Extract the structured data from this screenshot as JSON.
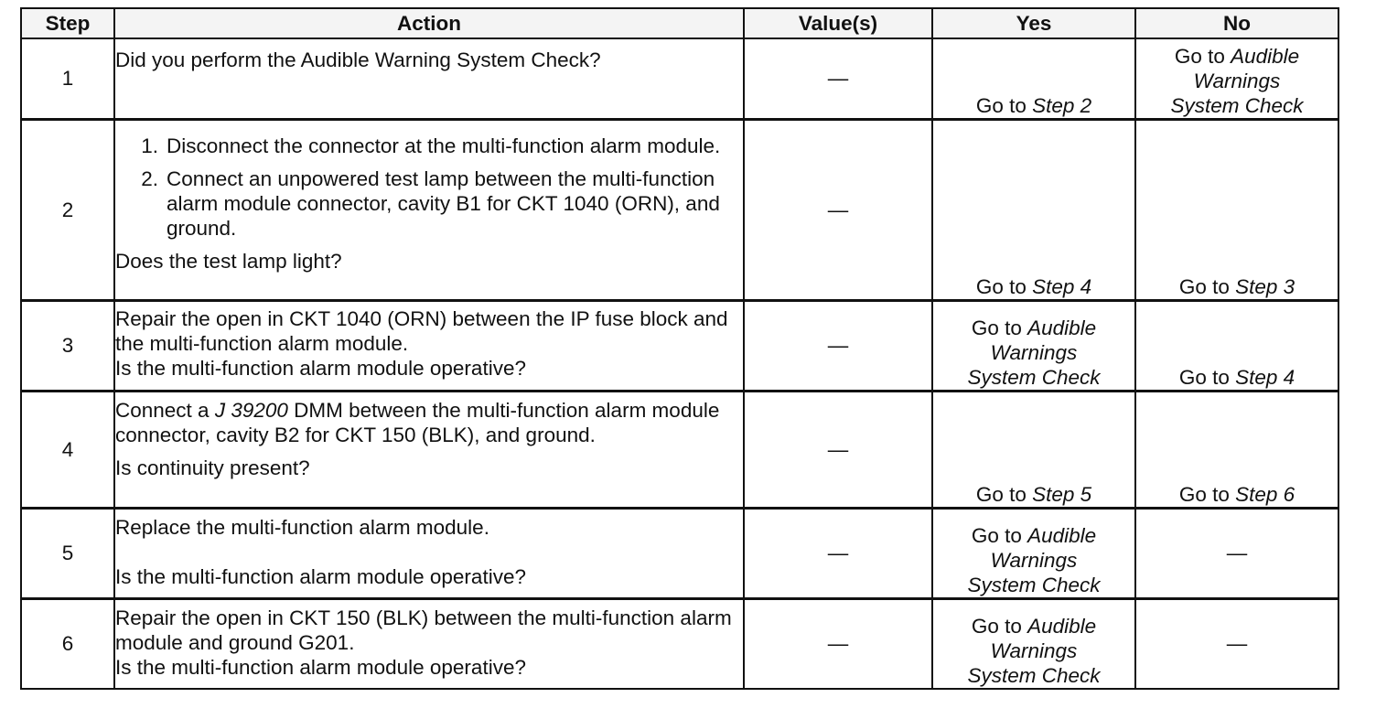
{
  "headers": {
    "step": "Step",
    "action": "Action",
    "values": "Value(s)",
    "yes": "Yes",
    "no": "No"
  },
  "dash": "—",
  "rows": [
    {
      "step": "1",
      "action": "Did you perform the Audible Warning System Check?",
      "value": "—",
      "yes": {
        "prefix": "Go to ",
        "ref": "Step 2"
      },
      "no": {
        "prefix": "Go to ",
        "ref_part1": "Audible",
        "ref_part2": "Warnings",
        "ref_part3": "System Check"
      }
    },
    {
      "step": "2",
      "substeps": [
        {
          "num": "1.",
          "text": "Disconnect the connector at the multi-function alarm module."
        },
        {
          "num": "2.",
          "text": "Connect an unpowered test lamp between the multi-function alarm module connector, cavity B1 for CKT 1040 (ORN), and ground."
        }
      ],
      "question": "Does the test lamp light?",
      "value": "—",
      "yes": {
        "prefix": "Go to ",
        "ref": "Step 4"
      },
      "no": {
        "prefix": "Go to ",
        "ref": "Step 3"
      }
    },
    {
      "step": "3",
      "action": "Repair the open in CKT 1040 (ORN) between the IP fuse block and the multi-function alarm module.",
      "question": "Is the multi-function alarm module operative?",
      "value": "—",
      "yes": {
        "prefix": "Go to ",
        "ref_part1": "Audible",
        "ref_part2": "Warnings",
        "ref_part3": "System Check"
      },
      "no": {
        "prefix": "Go to ",
        "ref": "Step 4"
      }
    },
    {
      "step": "4",
      "action_before": "Connect a ",
      "action_tool": "J 39200",
      "action_after": " DMM between the multi-function alarm module connector, cavity B2 for CKT 150 (BLK), and ground.",
      "question": "Is continuity present?",
      "value": "—",
      "yes": {
        "prefix": "Go to ",
        "ref": "Step 5"
      },
      "no": {
        "prefix": "Go to ",
        "ref": "Step 6"
      }
    },
    {
      "step": "5",
      "action": "Replace the multi-function alarm module.",
      "question": "Is the multi-function alarm module operative?",
      "value": "—",
      "yes": {
        "prefix": "Go to ",
        "ref_part1": "Audible",
        "ref_part2": "Warnings",
        "ref_part3": "System Check"
      },
      "no": "—"
    },
    {
      "step": "6",
      "action": "Repair the open in CKT 150 (BLK) between the multi-function alarm module and ground G201.",
      "question": "Is the multi-function alarm module operative?",
      "value": "—",
      "yes": {
        "prefix": "Go to ",
        "ref_part1": "Audible",
        "ref_part2": "Warnings",
        "ref_part3": "System Check"
      },
      "no": "—"
    }
  ]
}
